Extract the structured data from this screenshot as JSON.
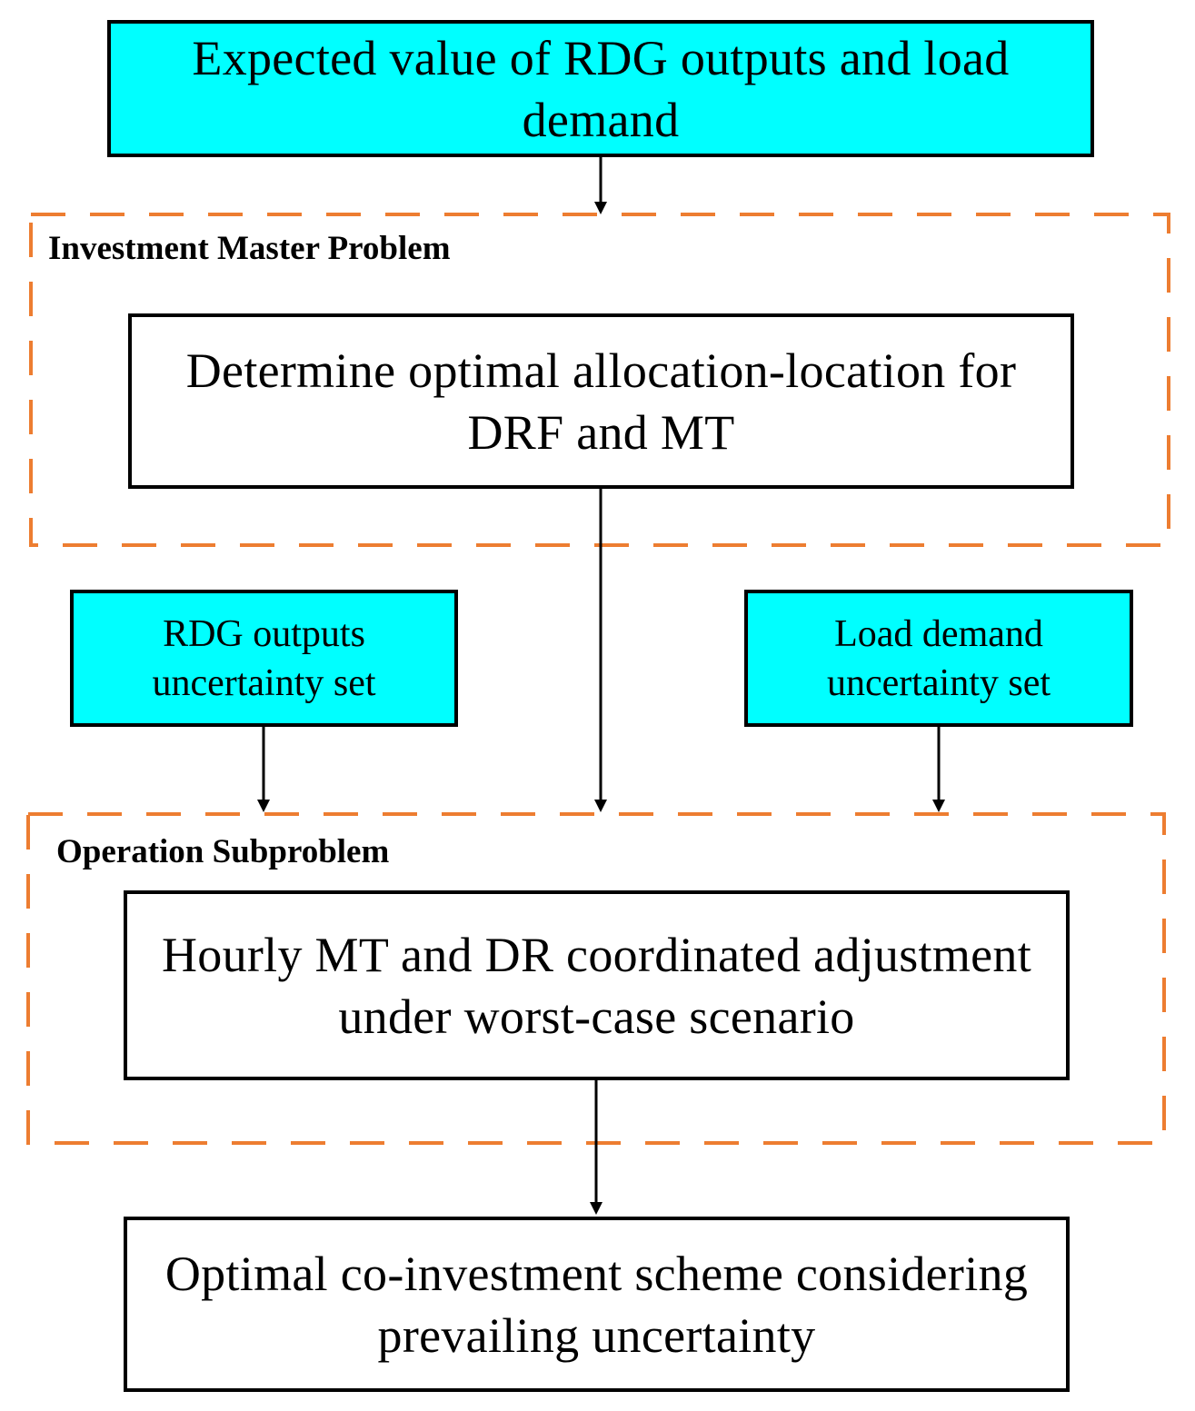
{
  "nodes": {
    "expected": {
      "line1": "Expected value of RDG outputs and load",
      "line2": "demand"
    },
    "determine": {
      "line1": "Determine optimal allocation-location for",
      "line2": "DRF and MT"
    },
    "rdg_uncertainty": {
      "line1": "RDG outputs",
      "line2": "uncertainty set"
    },
    "load_uncertainty": {
      "line1": "Load demand",
      "line2": "uncertainty set"
    },
    "hourly": {
      "line1": "Hourly MT and DR coordinated adjustment",
      "line2": "under worst-case scenario"
    },
    "optimal": {
      "line1": "Optimal co-investment scheme considering",
      "line2": "prevailing uncertainty"
    }
  },
  "groups": {
    "master": {
      "label": "Investment Master Problem"
    },
    "sub": {
      "label": "Operation Subproblem"
    }
  },
  "colors": {
    "input_fill": "#00ffff",
    "group_border": "#ed7d31",
    "box_border": "#000000"
  }
}
